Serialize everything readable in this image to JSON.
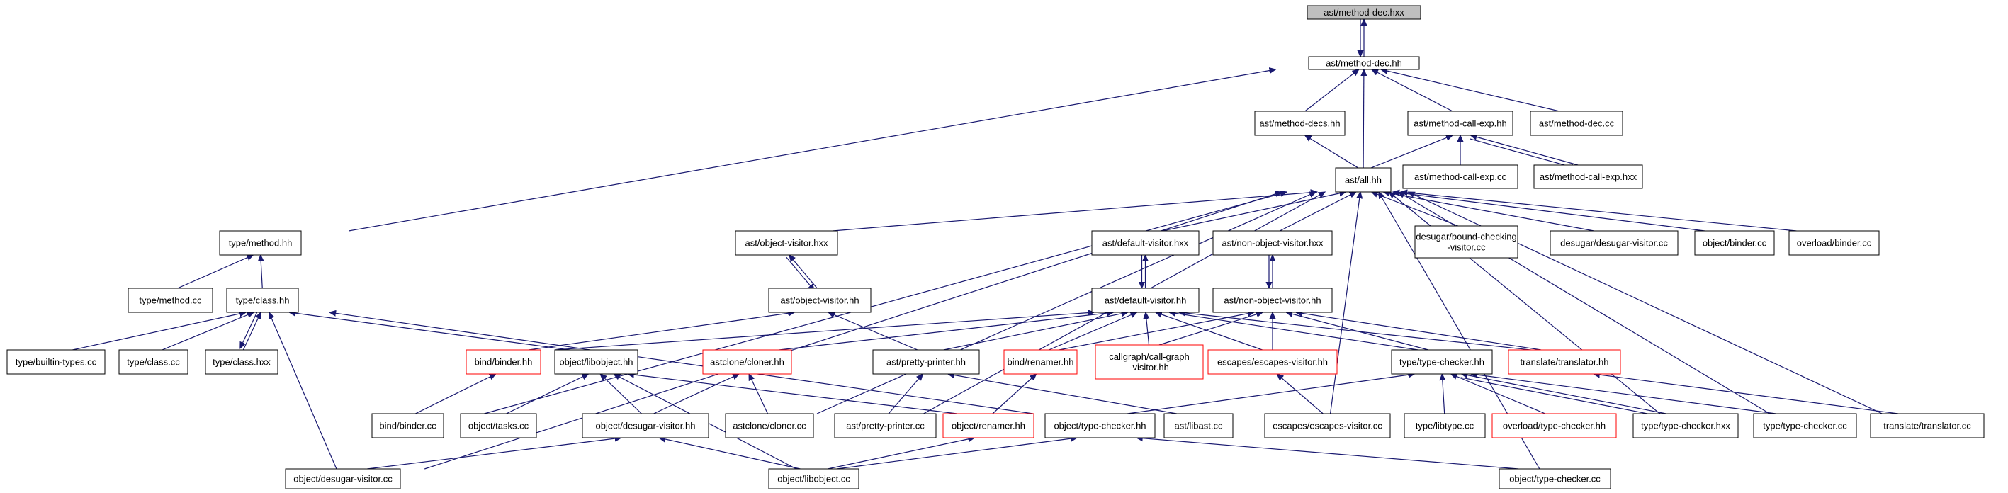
{
  "colors": {
    "edge": "#191970",
    "border_black": "#000000",
    "border_red": "#ff0000",
    "root_fill": "#bfbfbf",
    "fill": "#ffffff"
  },
  "nodes": [
    {
      "id": "root",
      "lines": [
        "ast/method-dec.hxx"
      ],
      "border": "gray"
    },
    {
      "id": "method_dec_hh",
      "lines": [
        "ast/method-dec.hh"
      ],
      "border": "black"
    },
    {
      "id": "method_decs_hh",
      "lines": [
        "ast/method-decs.hh"
      ],
      "border": "black"
    },
    {
      "id": "method_call_exp_hh",
      "lines": [
        "ast/method-call-exp.hh"
      ],
      "border": "black"
    },
    {
      "id": "method_dec_cc",
      "lines": [
        "ast/method-dec.cc"
      ],
      "border": "black"
    },
    {
      "id": "all_hh",
      "lines": [
        "ast/all.hh"
      ],
      "border": "black"
    },
    {
      "id": "method_call_exp_cc",
      "lines": [
        "ast/method-call-exp.cc"
      ],
      "border": "black"
    },
    {
      "id": "method_call_exp_hxx",
      "lines": [
        "ast/method-call-exp.hxx"
      ],
      "border": "black"
    },
    {
      "id": "type_method_hh",
      "lines": [
        "type/method.hh"
      ],
      "border": "black"
    },
    {
      "id": "type_method_cc",
      "lines": [
        "type/method.cc"
      ],
      "border": "black"
    },
    {
      "id": "ast_object_visitor_hxx",
      "lines": [
        "ast/object-visitor.hxx"
      ],
      "border": "black"
    },
    {
      "id": "ast_default_visitor_hxx",
      "lines": [
        "ast/default-visitor.hxx"
      ],
      "border": "black"
    },
    {
      "id": "ast_non_object_visitor_hxx",
      "lines": [
        "ast/non-object-visitor.hxx"
      ],
      "border": "black"
    },
    {
      "id": "desugar_bound",
      "lines": [
        "desugar/bound-checking",
        "-visitor.cc"
      ],
      "border": "black"
    },
    {
      "id": "desugar_desugar_visitor_cc",
      "lines": [
        "desugar/desugar-visitor.cc"
      ],
      "border": "black"
    },
    {
      "id": "object_binder_cc",
      "lines": [
        "object/binder.cc"
      ],
      "border": "black"
    },
    {
      "id": "overload_binder_cc",
      "lines": [
        "overload/binder.cc"
      ],
      "border": "black"
    },
    {
      "id": "type_class_hh",
      "lines": [
        "type/class.hh"
      ],
      "border": "black"
    },
    {
      "id": "ast_object_visitor_hh",
      "lines": [
        "ast/object-visitor.hh"
      ],
      "border": "black"
    },
    {
      "id": "ast_default_visitor_hh",
      "lines": [
        "ast/default-visitor.hh"
      ],
      "border": "black"
    },
    {
      "id": "ast_non_object_visitor_hh",
      "lines": [
        "ast/non-object-visitor.hh"
      ],
      "border": "black"
    },
    {
      "id": "type_builtin_types_cc",
      "lines": [
        "type/builtin-types.cc"
      ],
      "border": "black"
    },
    {
      "id": "type_class_cc",
      "lines": [
        "type/class.cc"
      ],
      "border": "black"
    },
    {
      "id": "type_class_hxx",
      "lines": [
        "type/class.hxx"
      ],
      "border": "black"
    },
    {
      "id": "bind_binder_hh",
      "lines": [
        "bind/binder.hh"
      ],
      "border": "red"
    },
    {
      "id": "object_libobject_hh",
      "lines": [
        "object/libobject.hh"
      ],
      "border": "black"
    },
    {
      "id": "astclone_cloner_hh",
      "lines": [
        "astclone/cloner.hh"
      ],
      "border": "red"
    },
    {
      "id": "ast_pretty_printer_hh",
      "lines": [
        "ast/pretty-printer.hh"
      ],
      "border": "black"
    },
    {
      "id": "bind_renamer_hh",
      "lines": [
        "bind/renamer.hh"
      ],
      "border": "red"
    },
    {
      "id": "callgraph_hh",
      "lines": [
        "callgraph/call-graph",
        "-visitor.hh"
      ],
      "border": "red"
    },
    {
      "id": "escapes_hh",
      "lines": [
        "escapes/escapes-visitor.hh"
      ],
      "border": "red"
    },
    {
      "id": "type_type_checker_hh",
      "lines": [
        "type/type-checker.hh"
      ],
      "border": "black"
    },
    {
      "id": "translate_translator_hh",
      "lines": [
        "translate/translator.hh"
      ],
      "border": "red"
    },
    {
      "id": "bind_binder_cc",
      "lines": [
        "bind/binder.cc"
      ],
      "border": "black"
    },
    {
      "id": "object_tasks_cc",
      "lines": [
        "object/tasks.cc"
      ],
      "border": "black"
    },
    {
      "id": "object_desugar_visitor_hh",
      "lines": [
        "object/desugar-visitor.hh"
      ],
      "border": "black"
    },
    {
      "id": "astclone_cloner_cc",
      "lines": [
        "astclone/cloner.cc"
      ],
      "border": "black"
    },
    {
      "id": "ast_pretty_printer_cc",
      "lines": [
        "ast/pretty-printer.cc"
      ],
      "border": "black"
    },
    {
      "id": "object_renamer_hh",
      "lines": [
        "object/renamer.hh"
      ],
      "border": "red"
    },
    {
      "id": "object_type_checker_hh",
      "lines": [
        "object/type-checker.hh"
      ],
      "border": "black"
    },
    {
      "id": "ast_libast_cc",
      "lines": [
        "ast/libast.cc"
      ],
      "border": "black"
    },
    {
      "id": "escapes_cc",
      "lines": [
        "escapes/escapes-visitor.cc"
      ],
      "border": "black"
    },
    {
      "id": "type_libtype_cc",
      "lines": [
        "type/libtype.cc"
      ],
      "border": "black"
    },
    {
      "id": "overload_type_checker_hh",
      "lines": [
        "overload/type-checker.hh"
      ],
      "border": "red"
    },
    {
      "id": "type_type_checker_hxx",
      "lines": [
        "type/type-checker.hxx"
      ],
      "border": "black"
    },
    {
      "id": "type_type_checker_cc",
      "lines": [
        "type/type-checker.cc"
      ],
      "border": "black"
    },
    {
      "id": "translate_translator_cc",
      "lines": [
        "translate/translator.cc"
      ],
      "border": "black"
    },
    {
      "id": "object_desugar_visitor_cc",
      "lines": [
        "object/desugar-visitor.cc"
      ],
      "border": "black"
    },
    {
      "id": "object_libobject_cc",
      "lines": [
        "object/libobject.cc"
      ],
      "border": "black"
    },
    {
      "id": "object_type_checker_cc",
      "lines": [
        "object/type-checker.cc"
      ],
      "border": "black"
    }
  ],
  "edges": [
    [
      "method_dec_hh",
      "root"
    ],
    [
      "root",
      "method_dec_hh"
    ],
    [
      "method_decs_hh",
      "method_dec_hh"
    ],
    [
      "method_call_exp_hh",
      "method_dec_hh"
    ],
    [
      "method_dec_cc",
      "method_dec_hh"
    ],
    [
      "all_hh",
      "method_dec_hh"
    ],
    [
      "type_method_hh",
      "method_dec_hh"
    ],
    [
      "all_hh",
      "method_decs_hh"
    ],
    [
      "all_hh",
      "method_call_exp_hh"
    ],
    [
      "method_call_exp_cc",
      "method_call_exp_hh"
    ],
    [
      "method_call_exp_hxx",
      "method_call_exp_hh"
    ],
    [
      "method_call_exp_hh",
      "method_call_exp_hxx"
    ],
    [
      "type_method_cc",
      "type_method_hh"
    ],
    [
      "type_class_hh",
      "type_method_hh"
    ],
    [
      "ast_object_visitor_hxx",
      "all_hh"
    ],
    [
      "ast_default_visitor_hxx",
      "all_hh"
    ],
    [
      "ast_non_object_visitor_hxx",
      "all_hh"
    ],
    [
      "desugar_bound",
      "all_hh"
    ],
    [
      "desugar_desugar_visitor_cc",
      "all_hh"
    ],
    [
      "object_binder_cc",
      "all_hh"
    ],
    [
      "overload_binder_cc",
      "all_hh"
    ],
    [
      "bind_binder_cc",
      "all_hh"
    ],
    [
      "astclone_cloner_cc",
      "all_hh"
    ],
    [
      "ast_pretty_printer_cc",
      "all_hh"
    ],
    [
      "escapes_cc",
      "all_hh"
    ],
    [
      "type_type_checker_hxx",
      "all_hh"
    ],
    [
      "type_type_checker_cc",
      "all_hh"
    ],
    [
      "translate_translator_cc",
      "all_hh"
    ],
    [
      "object_type_checker_cc",
      "all_hh"
    ],
    [
      "object_desugar_visitor_cc",
      "all_hh"
    ],
    [
      "ast_object_visitor_hh",
      "ast_object_visitor_hxx"
    ],
    [
      "ast_object_visitor_hxx",
      "ast_object_visitor_hh"
    ],
    [
      "ast_default_visitor_hh",
      "ast_default_visitor_hxx"
    ],
    [
      "ast_default_visitor_hxx",
      "ast_default_visitor_hh"
    ],
    [
      "ast_non_object_visitor_hh",
      "ast_non_object_visitor_hxx"
    ],
    [
      "ast_non_object_visitor_hxx",
      "ast_non_object_visitor_hh"
    ],
    [
      "type_builtin_types_cc",
      "type_class_hh"
    ],
    [
      "type_class_cc",
      "type_class_hh"
    ],
    [
      "type_class_hxx",
      "type_class_hh"
    ],
    [
      "type_class_hh",
      "type_class_hxx"
    ],
    [
      "object_libobject_hh",
      "type_class_hh"
    ],
    [
      "object_desugar_visitor_cc",
      "type_class_hh"
    ],
    [
      "object_type_checker_hh",
      "type_class_hh"
    ],
    [
      "bind_binder_hh",
      "ast_object_visitor_hh"
    ],
    [
      "ast_pretty_printer_hh",
      "ast_object_visitor_hh"
    ],
    [
      "bind_binder_hh",
      "ast_default_visitor_hh"
    ],
    [
      "astclone_cloner_hh",
      "ast_default_visitor_hh"
    ],
    [
      "ast_pretty_printer_hh",
      "ast_default_visitor_hh"
    ],
    [
      "bind_renamer_hh",
      "ast_default_visitor_hh"
    ],
    [
      "callgraph_hh",
      "ast_default_visitor_hh"
    ],
    [
      "escapes_hh",
      "ast_default_visitor_hh"
    ],
    [
      "type_type_checker_hh",
      "ast_default_visitor_hh"
    ],
    [
      "translate_translator_hh",
      "ast_default_visitor_hh"
    ],
    [
      "bind_renamer_hh",
      "ast_non_object_visitor_hh"
    ],
    [
      "callgraph_hh",
      "ast_non_object_visitor_hh"
    ],
    [
      "escapes_hh",
      "ast_non_object_visitor_hh"
    ],
    [
      "type_type_checker_hh",
      "ast_non_object_visitor_hh"
    ],
    [
      "translate_translator_hh",
      "ast_non_object_visitor_hh"
    ],
    [
      "bind_binder_cc",
      "bind_binder_hh"
    ],
    [
      "object_tasks_cc",
      "object_libobject_hh"
    ],
    [
      "object_desugar_visitor_hh",
      "object_libobject_hh"
    ],
    [
      "object_libobject_cc",
      "object_libobject_hh"
    ],
    [
      "object_renamer_hh",
      "object_libobject_hh"
    ],
    [
      "object_desugar_visitor_hh",
      "astclone_cloner_hh"
    ],
    [
      "astclone_cloner_cc",
      "astclone_cloner_hh"
    ],
    [
      "ast_pretty_printer_cc",
      "ast_pretty_printer_hh"
    ],
    [
      "ast_libast_cc",
      "ast_pretty_printer_hh"
    ],
    [
      "object_renamer_hh",
      "bind_renamer_hh"
    ],
    [
      "escapes_cc",
      "escapes_hh"
    ],
    [
      "object_type_checker_hh",
      "type_type_checker_hh"
    ],
    [
      "type_libtype_cc",
      "type_type_checker_hh"
    ],
    [
      "overload_type_checker_hh",
      "type_type_checker_hh"
    ],
    [
      "type_type_checker_hxx",
      "type_type_checker_hh"
    ],
    [
      "type_type_checker_hh",
      "type_type_checker_hxx"
    ],
    [
      "type_type_checker_cc",
      "type_type_checker_hh"
    ],
    [
      "translate_translator_cc",
      "translate_translator_hh"
    ],
    [
      "object_desugar_visitor_cc",
      "object_desugar_visitor_hh"
    ],
    [
      "object_libobject_cc",
      "object_desugar_visitor_hh"
    ],
    [
      "object_libobject_cc",
      "object_renamer_hh"
    ],
    [
      "object_libobject_cc",
      "object_type_checker_hh"
    ],
    [
      "object_type_checker_cc",
      "object_type_checker_hh"
    ]
  ]
}
